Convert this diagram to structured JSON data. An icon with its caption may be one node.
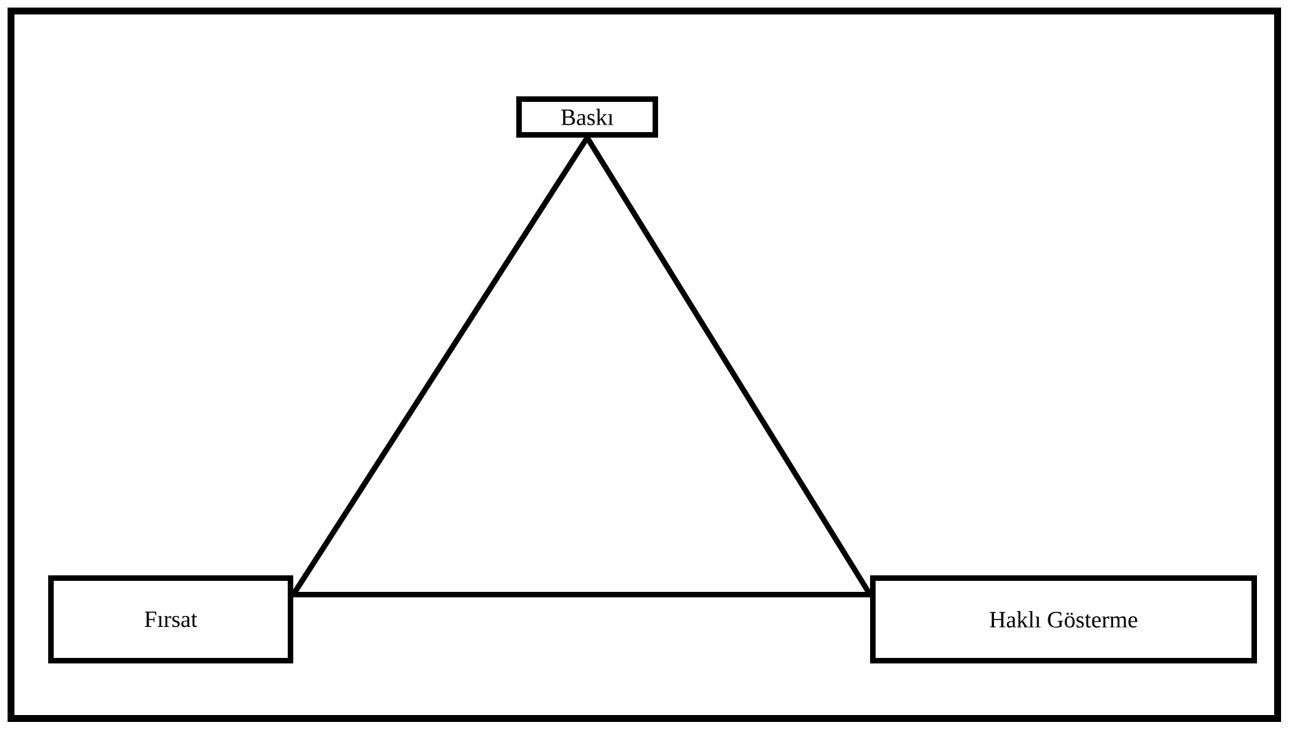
{
  "diagram": {
    "nodes": [
      {
        "text": [
          "Baskı"
        ]
      },
      {
        "text": [
          "Fırsat"
        ]
      },
      {
        "text": [
          "Haklı Gösterme"
        ]
      }
    ],
    "edges": [
      {
        "from": 0,
        "to": 1,
        "arrow": "none"
      },
      {
        "from": 0,
        "to": 2,
        "arrow": "none"
      },
      {
        "from": 1,
        "to": 2,
        "arrow": "none"
      }
    ]
  }
}
